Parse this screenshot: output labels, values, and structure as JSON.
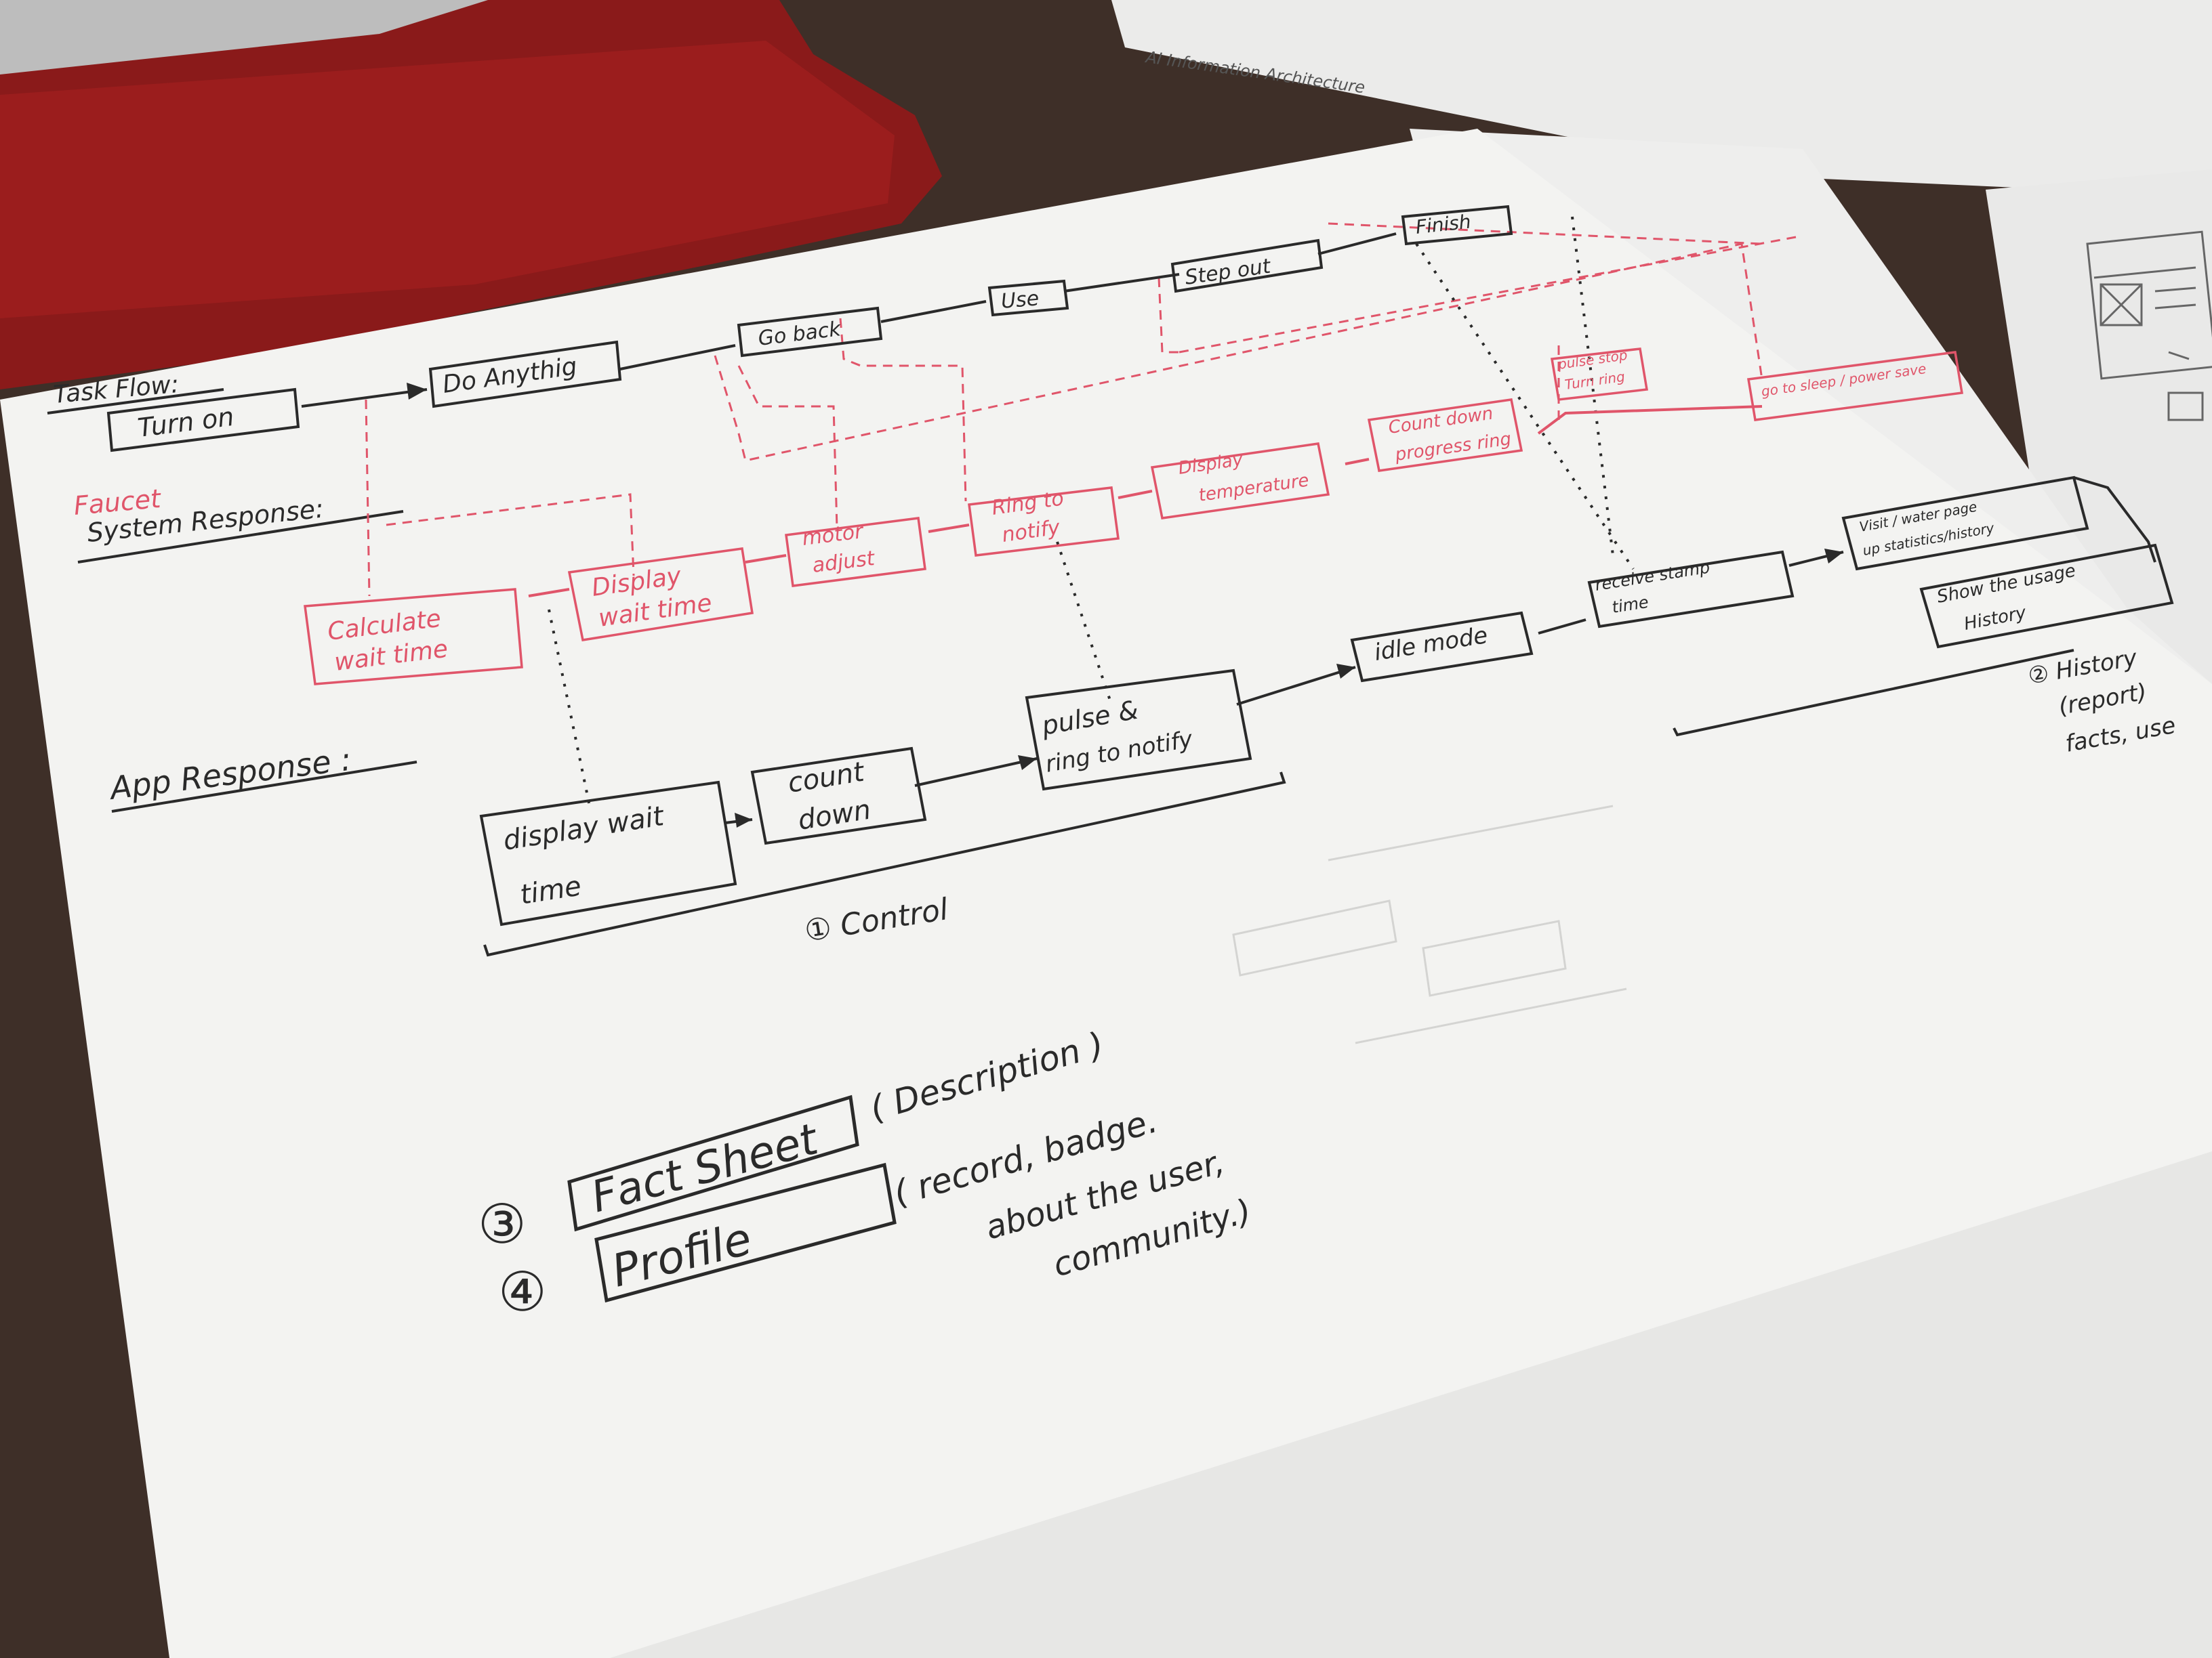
{
  "colors": {
    "table": "#3e2f28",
    "cloth": "#8a1a1a",
    "paper": "#f3f3f1",
    "ink": "#2a2a2a",
    "red_ink": "#e0556a"
  },
  "back_sheet": {
    "title": "AI  Information  Architecture"
  },
  "lanes": {
    "task_flow": "Task Flow:",
    "faucet_label": "Faucet",
    "system_label": "System Response:",
    "app_label": "App Response :"
  },
  "task_nodes": {
    "turn_on": "Turn on",
    "do_anything": "Do Anythig",
    "go_back": "Go back",
    "use": "Use",
    "step_out": "Step out",
    "finish": "Finish"
  },
  "system_nodes": {
    "calculate": [
      "Calculate",
      "wait time"
    ],
    "display_wait": [
      "Display",
      "wait time"
    ],
    "motor": [
      "motor",
      "adjust"
    ],
    "ring": [
      "Ring to",
      "notify"
    ],
    "display_temp": [
      "Display",
      "temperature"
    ],
    "count_down": [
      "Count down",
      "progress ring"
    ],
    "pulse_stop": [
      "pulse stop",
      "Turn ring"
    ],
    "go_to_sleep": [
      "go to sleep / power save"
    ]
  },
  "app_nodes": {
    "display_wait_time": [
      "display wait",
      "time"
    ],
    "count_down": [
      "count",
      "down"
    ],
    "pulse_ring": [
      "pulse &",
      "ring to notify"
    ],
    "idle": [
      "idle mode"
    ],
    "receive": [
      "receive stamp",
      "time"
    ],
    "visit": [
      "Visit / water page",
      "up statistics/history"
    ],
    "show_history": [
      "Show the usage",
      "History"
    ]
  },
  "annotations": {
    "control": "① Control",
    "history": [
      "② History",
      "(report)",
      "facts, use"
    ],
    "fact_sheet_num": "③",
    "fact_sheet": "Fact Sheet",
    "fact_sheet_note": "( Description )",
    "profile_num": "④",
    "profile": "Profile",
    "profile_note": [
      "( record, badge.",
      "about the user,",
      "community.)"
    ]
  }
}
